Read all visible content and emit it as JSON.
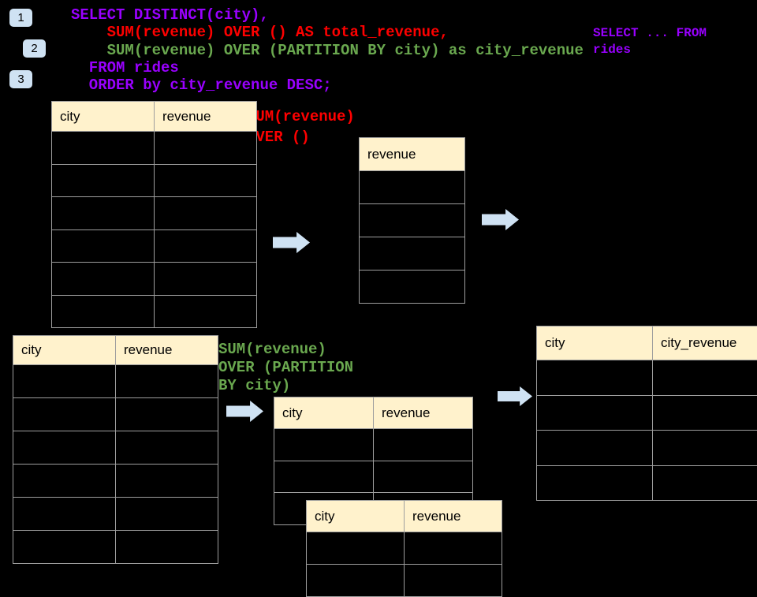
{
  "colors": {
    "background": "#000000",
    "sql_purple": "#9900ff",
    "sql_red": "#fe0000",
    "sql_green": "#6aa84f",
    "badge_bg": "#cfe2f3",
    "arrow_fill": "#cfe2f3",
    "table_header_bg": "#fff2cc",
    "table_border": "#9e9e9e"
  },
  "badges": [
    {
      "label": "1"
    },
    {
      "label": "2"
    },
    {
      "label": "3"
    }
  ],
  "sql_code": {
    "lines": [
      {
        "text": "SELECT DISTINCT(city),",
        "color": "purple"
      },
      {
        "text": "    SUM(revenue) OVER () AS total_revenue,",
        "color": "red"
      },
      {
        "text": "    SUM(revenue) OVER (PARTITION BY city) as city_revenue",
        "color": "green"
      },
      {
        "text": "  FROM rides",
        "color": "purple"
      },
      {
        "text": "  ORDER by city_revenue DESC;",
        "color": "purple"
      }
    ]
  },
  "side_code": {
    "lines": [
      "SELECT ... FROM",
      "rides"
    ]
  },
  "annotations": {
    "total_revenue": {
      "lines": [
        "SUM(revenue)",
        "OVER ()"
      ]
    },
    "partition": {
      "lines": [
        "SUM(revenue)",
        "OVER (PARTITION",
        "BY city)"
      ]
    }
  },
  "tables": {
    "source_top": {
      "headers": [
        "city",
        "revenue"
      ],
      "body_rows": 6
    },
    "total_revenue_result": {
      "headers": [
        "revenue"
      ],
      "body_rows": 4
    },
    "source_bottom": {
      "headers": [
        "city",
        "revenue"
      ],
      "body_rows": 6
    },
    "partition_step": {
      "headers": [
        "city",
        "revenue"
      ],
      "body_rows": 3
    },
    "partition_overlay": {
      "headers": [
        "city",
        "revenue"
      ],
      "body_rows": 2
    },
    "city_revenue_result": {
      "headers": [
        "city",
        "city_revenue"
      ],
      "body_rows": 4
    }
  }
}
